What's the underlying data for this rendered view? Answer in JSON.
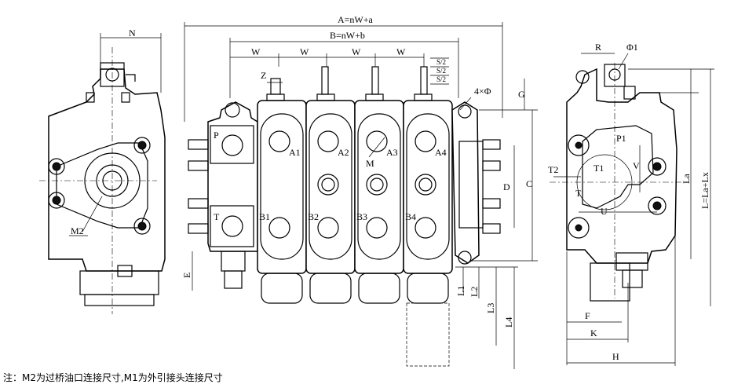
{
  "dims": {
    "A": "A=nW+a",
    "B": "B=nW+b",
    "W": "W",
    "S2": "S/2",
    "Z": "Z",
    "N": "N",
    "G": "G",
    "C": "C",
    "D": "D",
    "E": "E",
    "L1": "L1",
    "L2": "L2",
    "L3": "L3",
    "L4": "L4",
    "R": "R",
    "phi1": "Φ1",
    "holes": "4×Φ",
    "La": "La",
    "L": "L=La+Lx",
    "V": "V",
    "U": "U",
    "T": "T",
    "T1": "T1",
    "T2": "T2",
    "P1": "P1",
    "F": "F",
    "K": "K",
    "H": "H"
  },
  "ports": {
    "P": "P",
    "T": "T",
    "M1": "M1",
    "M2": "M2",
    "M": "M",
    "A": [
      "A1",
      "A2",
      "A3",
      "A4"
    ],
    "B": [
      "B1",
      "B2",
      "B3",
      "B4"
    ]
  },
  "note": "注：M2为过桥油口连接尺寸,M1为外引接头连接尺寸"
}
